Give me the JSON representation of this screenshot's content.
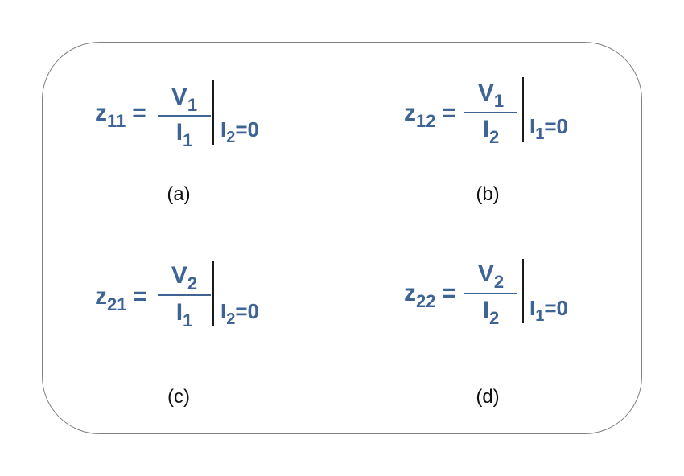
{
  "colors": {
    "equation": "#3e6496",
    "label": "#111111",
    "border": "#7f7f7f"
  },
  "equations": [
    {
      "lhs_var": "z",
      "lhs_sub": "11",
      "equals": "=",
      "num_var": "V",
      "num_sub": "1",
      "den_var": "I",
      "den_sub": "1",
      "cond_var": "I",
      "cond_sub": "2",
      "cond_rest": "=0",
      "label": "(a)"
    },
    {
      "lhs_var": "z",
      "lhs_sub": "12",
      "equals": "=",
      "num_var": "V",
      "num_sub": "1",
      "den_var": "I",
      "den_sub": "2",
      "cond_var": "I",
      "cond_sub": "1",
      "cond_rest": "=0",
      "label": "(b)"
    },
    {
      "lhs_var": "z",
      "lhs_sub": "21",
      "equals": "=",
      "num_var": "V",
      "num_sub": "2",
      "den_var": "I",
      "den_sub": "1",
      "cond_var": "I",
      "cond_sub": "2",
      "cond_rest": "=0",
      "label": "(c)"
    },
    {
      "lhs_var": "z",
      "lhs_sub": "22",
      "equals": "=",
      "num_var": "V",
      "num_sub": "2",
      "den_var": "I",
      "den_sub": "2",
      "cond_var": "I",
      "cond_sub": "1",
      "cond_rest": "=0",
      "label": "(d)"
    }
  ]
}
